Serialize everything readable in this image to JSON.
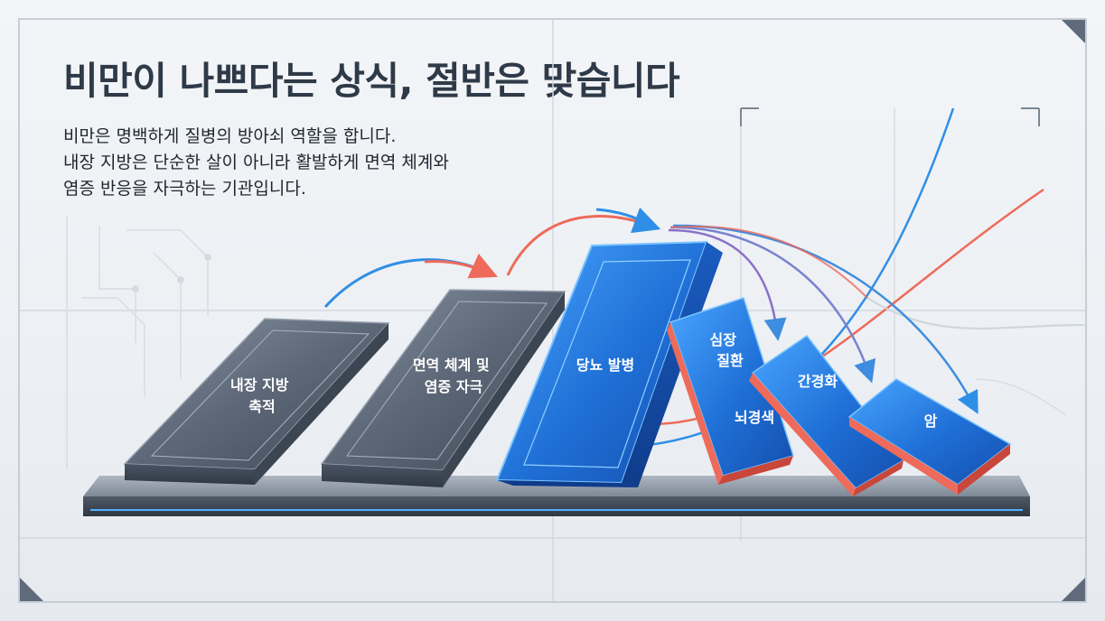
{
  "slide": {
    "title": "비만이 나쁘다는 상식, 절반은 맞습니다",
    "body_lines": [
      "비만은 명백하게 질병의 방아쇠 역할을 합니다.",
      "내장 지방은 단순한 살이 아니라 활발하게 면역 체계와",
      "염증 반응을 자극하는 기관입니다."
    ]
  },
  "diagram": {
    "blocks": [
      {
        "label_lines": [
          "내장 지방",
          "축적"
        ],
        "style": "gray"
      },
      {
        "label_lines": [
          "면역 체계 및",
          "염증 자극"
        ],
        "style": "gray"
      },
      {
        "label_lines": [
          "당뇨 발병"
        ],
        "style": "blue"
      },
      {
        "label_lines": [
          "심장",
          "질환"
        ],
        "style": "blue-red"
      },
      {
        "label_lines": [
          "뇌경색"
        ],
        "style": "blue-red"
      },
      {
        "label_lines": [
          "간경화"
        ],
        "style": "blue-red"
      },
      {
        "label_lines": [
          "암"
        ],
        "style": "blue-red"
      }
    ],
    "colors": {
      "accent_blue": "#2f8fe6",
      "accent_red": "#ee6a5a",
      "gray_block": "#5a6575",
      "blue_block": "#1f6fd6"
    }
  }
}
